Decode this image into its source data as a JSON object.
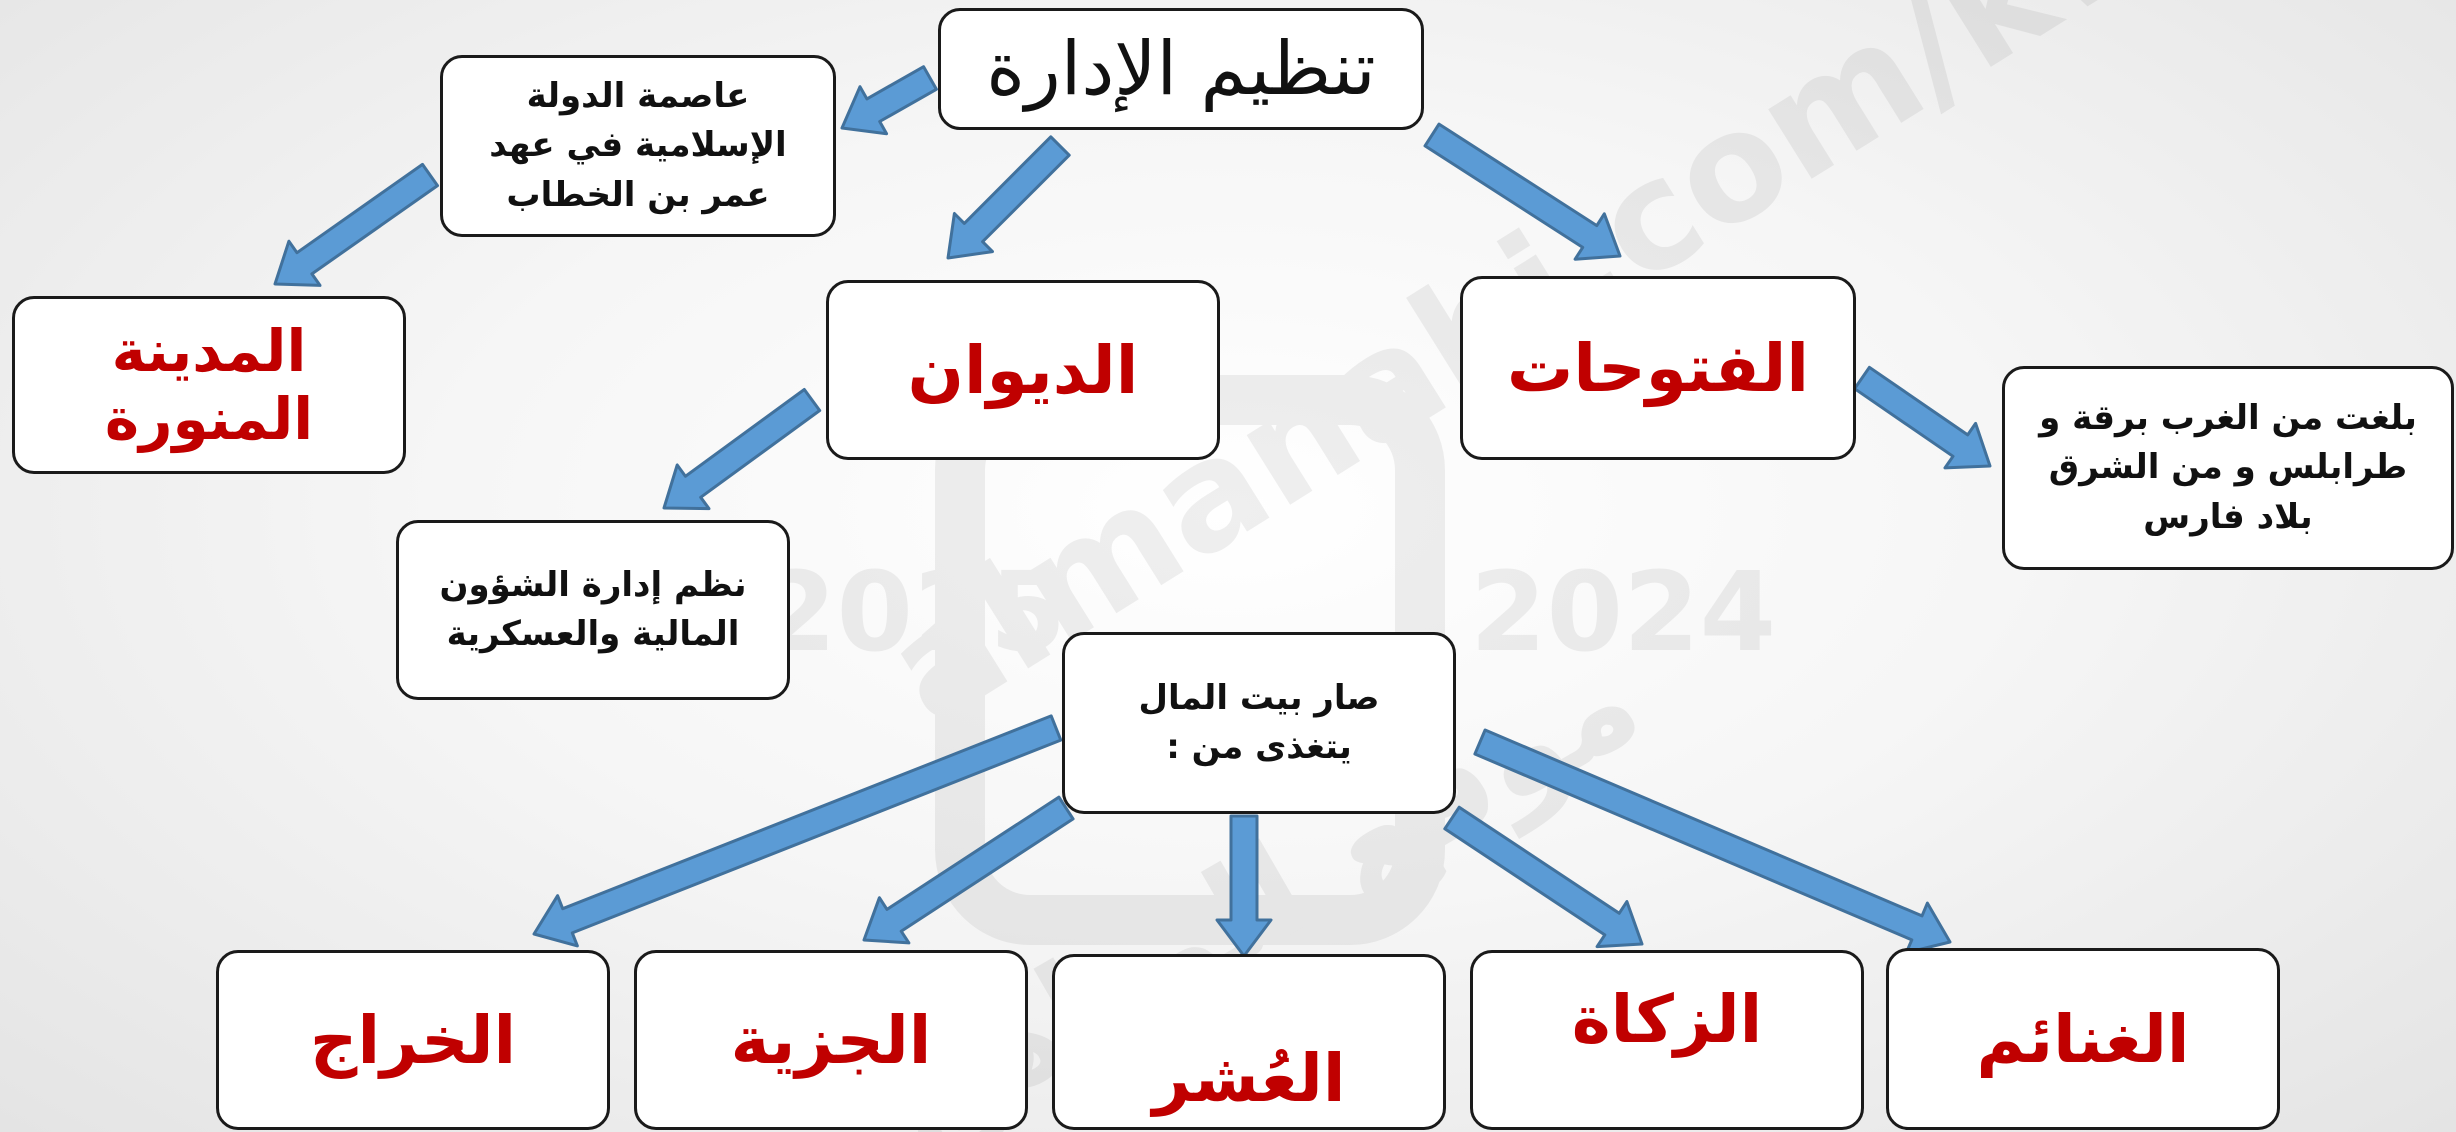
{
  "diagram": {
    "title": "تنظيم الإدارة",
    "capital_note": [
      "عاصمة الدولة",
      "الإسلامية في عهد",
      "عمر بن الخطاب"
    ],
    "capital": "المدينة المنورة",
    "diwan": "الديوان",
    "futuhat": "الفتوحات",
    "futuhat_note": [
      "بلغت من الغرب برقة و",
      "طرابلس و من الشرق",
      "بلاد فارس"
    ],
    "diwan_note": [
      "نظم إدارة الشؤون",
      "المالية والعسكرية"
    ],
    "treasury_note": [
      "صار بيت المال",
      "يتغذى من :"
    ],
    "sources": {
      "kharaj": "الخراج",
      "jizya": "الجزية",
      "ushr": "العُشر",
      "zakat": "الزكاة",
      "ghanaim": "الغنائم"
    }
  },
  "watermark": {
    "text": "almanahj.com/kw",
    "year_left": "2025",
    "year_right": "2024",
    "arabic": "موقع المناهج"
  },
  "colors": {
    "arrow_fill": "#5b9bd5",
    "arrow_stroke": "#41719c",
    "red_text": "#c00000",
    "box_border": "#1a1a1a"
  }
}
